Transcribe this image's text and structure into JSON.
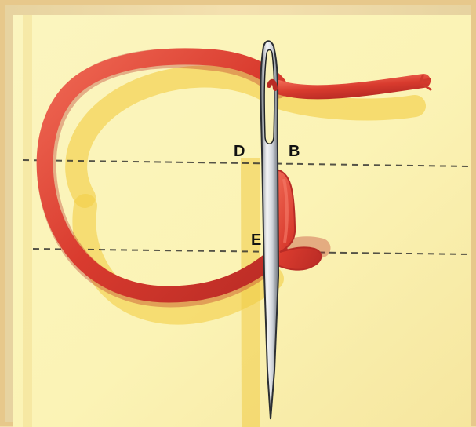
{
  "illustration": {
    "labels": {
      "d": "D",
      "b": "B",
      "e": "E"
    },
    "colors": {
      "paper": "#f8f1b8",
      "highlight": "#f4d44d",
      "thread": "#d93b2e",
      "thread_shadow": "#b92b25",
      "needle": "#e8ebef",
      "guide": "#2b2b2b",
      "frame": "#e7c88b"
    },
    "icons": {
      "needle": "needle-icon",
      "thread": "thread-icon"
    }
  }
}
